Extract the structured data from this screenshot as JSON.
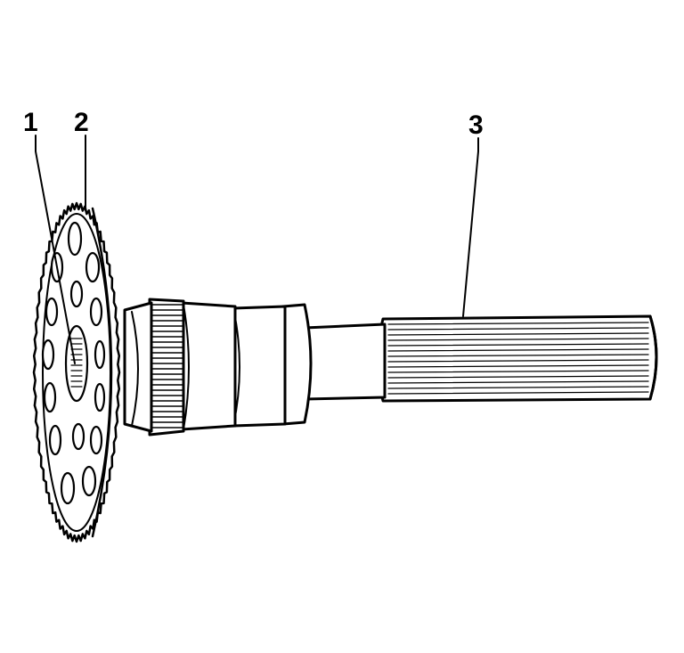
{
  "diagram": {
    "callouts": [
      {
        "id": "1",
        "text": "1"
      },
      {
        "id": "2",
        "text": "2"
      },
      {
        "id": "3",
        "text": "3"
      }
    ],
    "colors": {
      "ink": "#000000",
      "paper": "#ffffff"
    }
  }
}
